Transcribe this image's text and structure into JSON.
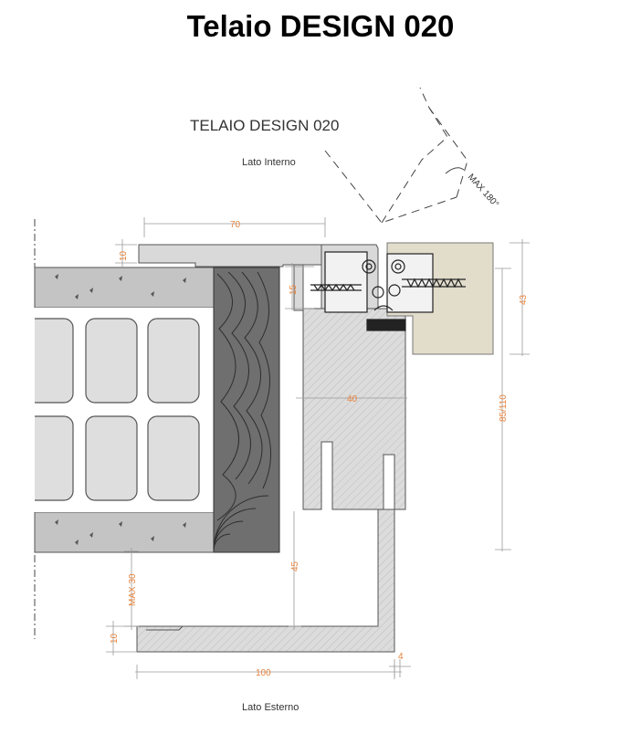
{
  "title": "Telaio DESIGN 020",
  "drawing": {
    "name": "TELAIO DESIGN 020",
    "side_inner": "Lato Interno",
    "side_outer": "Lato Esterno",
    "angle_label": "MAX 180°"
  },
  "dimensions": {
    "d70": "70",
    "d10_top": "10",
    "d15": "15",
    "d40": "40",
    "d43": "43",
    "d85_110": "85/110",
    "d45": "45",
    "max30": "MAX 30",
    "d10_bottom": "10",
    "d100": "100",
    "d4": "4"
  },
  "colors": {
    "dimension_text": "#e8823a",
    "frame_gray": "#d9d9d9",
    "door_beige": "#e2dccb",
    "wood_dark": "#6f6f6f",
    "concrete": "#c4c4c4"
  }
}
